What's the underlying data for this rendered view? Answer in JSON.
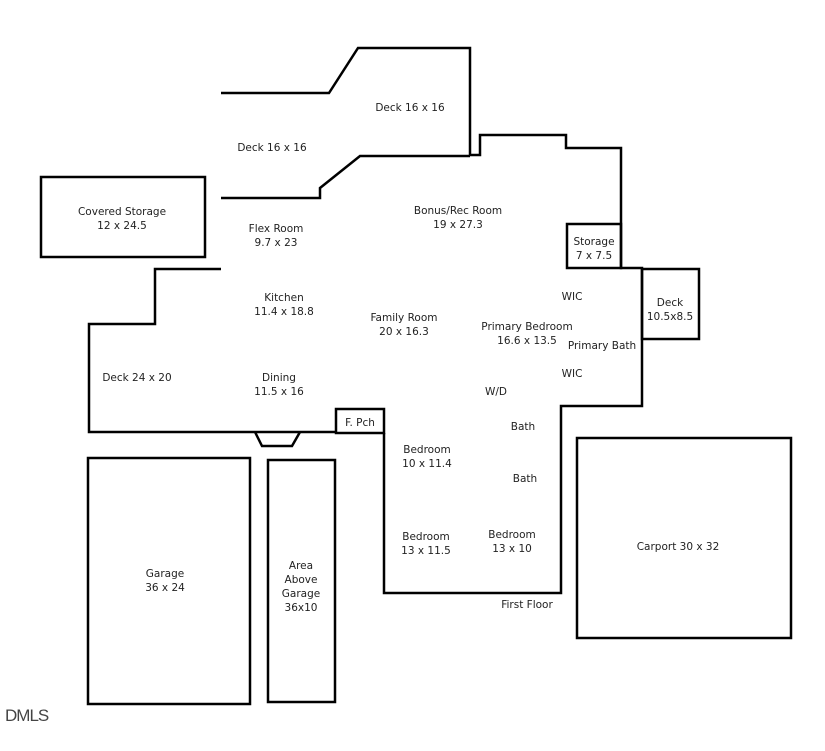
{
  "title": "First Floor",
  "logo": "DMLS",
  "rooms": [
    {
      "name": "Deck",
      "dims": "16 x 16",
      "label": "Deck 16 x 16"
    },
    {
      "name": "Deck",
      "dims": "16 x 16",
      "label": "Deck 16 x 16"
    },
    {
      "name": "Covered Storage",
      "dims": "12 x 24.5"
    },
    {
      "name": "Flex Room",
      "dims": "9.7 x 23"
    },
    {
      "name": "Bonus/Rec Room",
      "dims": "19 x 27.3"
    },
    {
      "name": "Storage",
      "dims": "7 x 7.5"
    },
    {
      "name": "Kitchen",
      "dims": "11.4 x 18.8"
    },
    {
      "name": "Family Room",
      "dims": "20 x 16.3"
    },
    {
      "name": "Primary Bedroom",
      "dims": "16.6 x 13.5"
    },
    {
      "name": "Deck",
      "dims": "10.5x8.5"
    },
    {
      "name": "Deck 24 x 20"
    },
    {
      "name": "Dining",
      "dims": "11.5 x 16"
    },
    {
      "name": "F. Pch"
    },
    {
      "name": "Bedroom",
      "dims": "10 x 11.4"
    },
    {
      "name": "Bedroom",
      "dims": "13 x 11.5"
    },
    {
      "name": "Bedroom",
      "dims": "13 x 10"
    },
    {
      "name": "Garage",
      "dims": "36 x 24"
    },
    {
      "name": "Area Above Garage",
      "line1": "Area",
      "line2": "Above",
      "line3": "Garage",
      "dims": "36x10"
    },
    {
      "name": "Carport 30 x 32"
    },
    {
      "name": "WIC"
    },
    {
      "name": "WIC"
    },
    {
      "name": "Primary Bath"
    },
    {
      "name": "W/D"
    },
    {
      "name": "Bath"
    },
    {
      "name": "Bath"
    }
  ]
}
